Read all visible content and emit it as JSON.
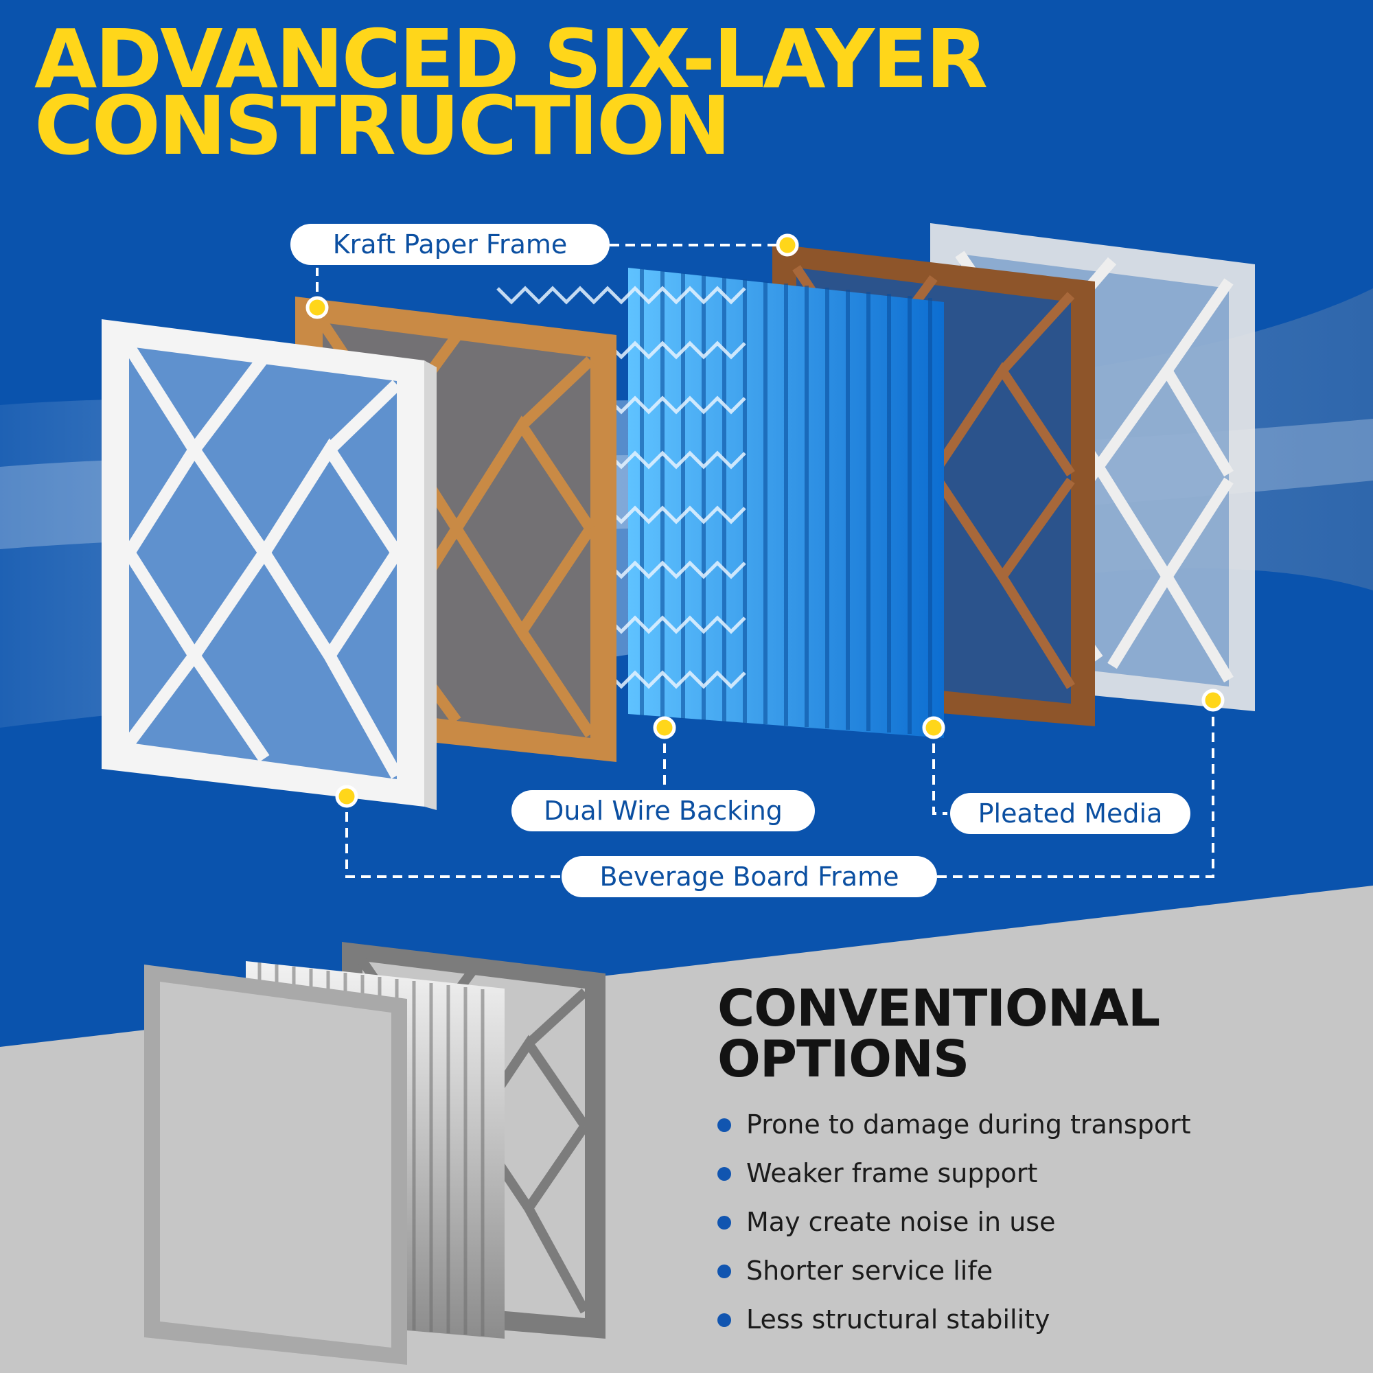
{
  "headline": {
    "line1": "ADVANCED SIX-LAYER",
    "line2": "CONSTRUCTION"
  },
  "layer_labels": {
    "kraft_frame": "Kraft Paper Frame",
    "wire_backing": "Dual Wire Backing",
    "pleated_media": "Pleated Media",
    "board_frame": "Beverage Board Frame"
  },
  "conventional": {
    "title_line1": "CONVENTIONAL",
    "title_line2": "OPTIONS",
    "items": [
      "Prone to damage during transport",
      "Weaker frame support",
      "May create noise in use",
      "Shorter service life",
      "Less structural stability"
    ]
  },
  "colors": {
    "background_blue": "#0a53ad",
    "headline_yellow": "#ffd61a",
    "marker_yellow": "#ffd61a",
    "kraft_brown": "#c98a45",
    "pleat_blue": "#1f8fe6",
    "lower_gray": "#c6c6c6"
  }
}
